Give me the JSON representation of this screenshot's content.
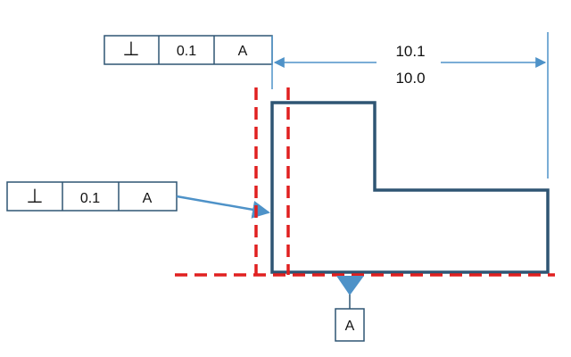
{
  "colors": {
    "outline": "#2f5573",
    "leader": "#4e92c8",
    "datum": "#4e92c8",
    "tolerance_zone": "#e02020",
    "frame": "#2f5573"
  },
  "top_feature_control_frame": {
    "symbol": "⊥",
    "symbol_name": "perpendicularity-icon",
    "tolerance": "0.1",
    "datum": "A"
  },
  "left_feature_control_frame": {
    "symbol": "⊥",
    "symbol_name": "perpendicularity-icon",
    "tolerance": "0.1",
    "datum": "A"
  },
  "dimension": {
    "upper_limit": "10.1",
    "lower_limit": "10.0"
  },
  "datum_feature": {
    "label": "A"
  }
}
